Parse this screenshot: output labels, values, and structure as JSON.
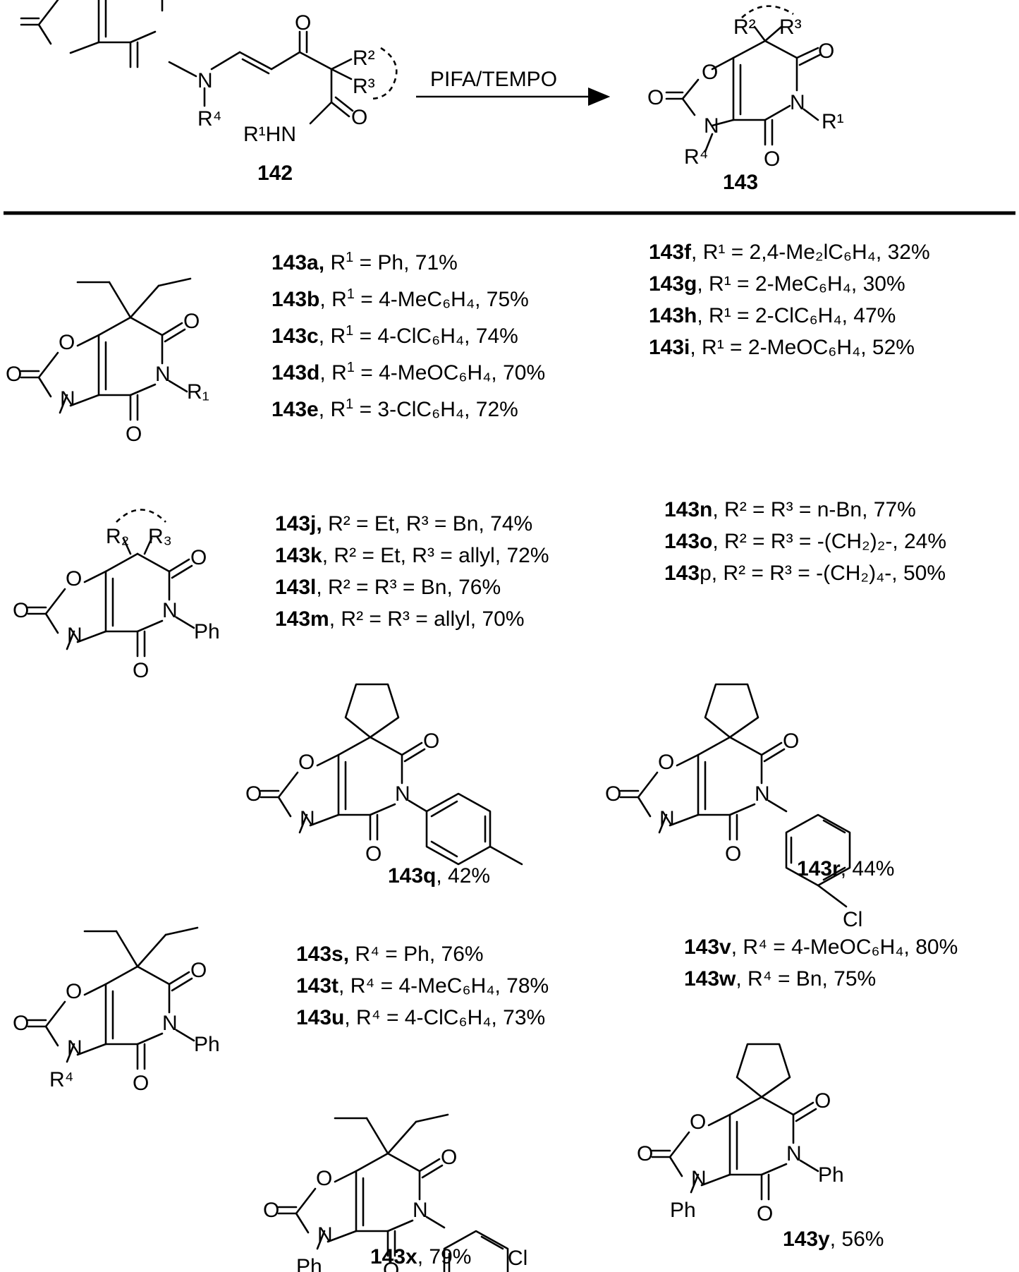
{
  "reaction": {
    "reagent": "PIFA/TEMPO",
    "reactant_id": "142",
    "product_id": "143",
    "labels": {
      "R1HN": "R¹HN",
      "R1": "R¹",
      "R2": "R²",
      "R3": "R³",
      "R4": "R⁴",
      "O": "O",
      "N": "N"
    }
  },
  "atoms": {
    "O": "O",
    "N": "N",
    "Ph": "Ph",
    "Cl": "Cl",
    "R1_sub": "R₁",
    "R2_sub": "R₂",
    "R3_sub": "R₃",
    "R4": "R⁴"
  },
  "group1": [
    {
      "id": "143a",
      "r": "R",
      "sup": "1",
      "rest": " = Ph, 71%",
      "sep": ","
    },
    {
      "id": "143b",
      "r": "R",
      "sup": "1",
      "rest": " = 4-MeC₆H₄, 75%",
      "sep": ","
    },
    {
      "id": "143c",
      "r": "R",
      "sup": "1",
      "rest": " = 4-ClC₆H₄, 74%",
      "sep": ","
    },
    {
      "id": "143d",
      "r": "R",
      "sup": "1",
      "rest": " = 4-MeOC₆H₄, 70%",
      "sep": ","
    },
    {
      "id": "143e",
      "r": "R",
      "sup": "1",
      "rest": " = 3-ClC₆H₄, 72%",
      "sep": ","
    }
  ],
  "group2": [
    {
      "id": "143f",
      "text": ", R¹ = 2,4-Me₂lC₆H₄, 32%"
    },
    {
      "id": "143g",
      "text": ", R¹ = 2-MeC₆H₄, 30%"
    },
    {
      "id": "143h",
      "text": ", R¹ = 2-ClC₆H₄, 47%"
    },
    {
      "id": "143i",
      "text": ", R¹ = 2-MeOC₆H₄, 52%"
    }
  ],
  "group3": [
    {
      "id": "143j,",
      "text": " R² = Et, R³ = Bn, 74%"
    },
    {
      "id": "143k",
      "text": ", R² = Et, R³ = allyl, 72%"
    },
    {
      "id": "143l",
      "text": ", R² = R³ = Bn, 76%"
    },
    {
      "id": "143m",
      "text": ", R² = R³ = allyl, 70%"
    }
  ],
  "group4": [
    {
      "id": "143n",
      "text": ", R² = R³ = n-Bn, 77%"
    },
    {
      "id": "143o",
      "text": ", R² = R³ = -(CH₂)₂-, 24%"
    },
    {
      "id": "143",
      "text": "p, R² = R³ = -(CH₂)₄-, 50%"
    }
  ],
  "group5": [
    {
      "id": "143s,",
      "text": " R⁴ = Ph, 76%"
    },
    {
      "id": "143t",
      "text": ", R⁴ = 4-MeC₆H₄, 78%"
    },
    {
      "id": "143u",
      "text": ", R⁴ = 4-ClC₆H₄, 73%"
    }
  ],
  "group6": [
    {
      "id": "143v",
      "text": ", R⁴ = 4-MeOC₆H₄, 80%"
    },
    {
      "id": "143w",
      "text": ", R⁴ = Bn, 75%"
    }
  ],
  "singles": {
    "q": {
      "id": "143q",
      "yield": ", 42%"
    },
    "r": {
      "id": "143r",
      "yield": ", 44%"
    },
    "x": {
      "id": "143x",
      "yield": ", 79%"
    },
    "y": {
      "id": "143y",
      "yield": ", 56%"
    }
  }
}
